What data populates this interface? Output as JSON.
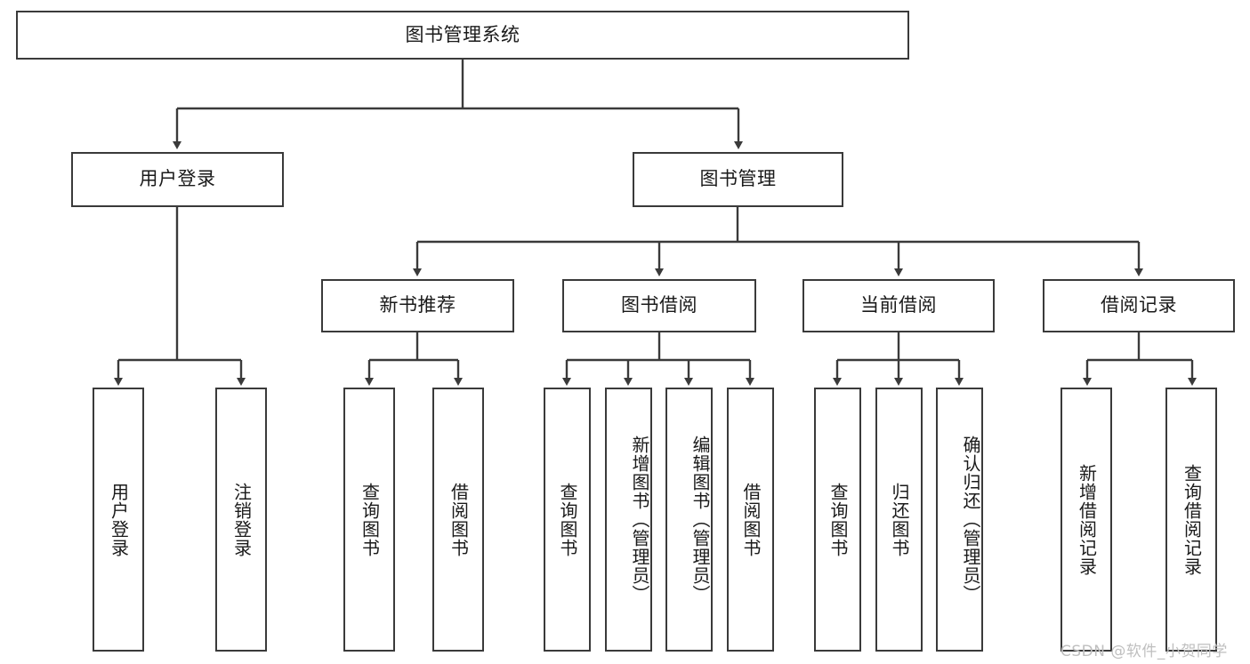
{
  "diagram": {
    "type": "hierarchy-tree",
    "title": "图书管理系统",
    "orientation": "top-down",
    "levels": 4
  },
  "root": {
    "label": "图书管理系统"
  },
  "level2": [
    {
      "id": "user-login",
      "label": "用户登录"
    },
    {
      "id": "book-management",
      "label": "图书管理"
    }
  ],
  "level3": [
    {
      "id": "new-book-recommend",
      "label": "新书推荐"
    },
    {
      "id": "book-borrow",
      "label": "图书借阅"
    },
    {
      "id": "current-borrow",
      "label": "当前借阅"
    },
    {
      "id": "borrow-record",
      "label": "借阅记录"
    }
  ],
  "leaves": {
    "user_login": [
      {
        "id": "user-login-leaf",
        "label": "用户登录"
      },
      {
        "id": "logout-leaf",
        "label": "注销登录"
      }
    ],
    "new_book_recommend": [
      {
        "id": "query-book-1",
        "label": "查询图书"
      },
      {
        "id": "borrow-book-1",
        "label": "借阅图书"
      }
    ],
    "book_borrow": [
      {
        "id": "query-book-2",
        "label": "查询图书"
      },
      {
        "id": "add-book",
        "label": "新增图书（管理员）"
      },
      {
        "id": "edit-book",
        "label": "编辑图书（管理员）"
      },
      {
        "id": "borrow-book-2",
        "label": "借阅图书"
      }
    ],
    "current_borrow": [
      {
        "id": "query-book-3",
        "label": "查询图书"
      },
      {
        "id": "return-book",
        "label": "归还图书"
      },
      {
        "id": "confirm-return",
        "label": "确认归还（管理员）"
      }
    ],
    "borrow_record": [
      {
        "id": "add-borrow-record",
        "label": "新增借阅记录"
      },
      {
        "id": "query-borrow-record",
        "label": "查询借阅记录"
      }
    ]
  },
  "watermark": {
    "text": "CSDN @软件_小贺同学"
  },
  "colors": {
    "border": "#3a3a3a",
    "background": "#ffffff",
    "text": "#1a1a1a",
    "watermark": "#bfbfbf"
  }
}
